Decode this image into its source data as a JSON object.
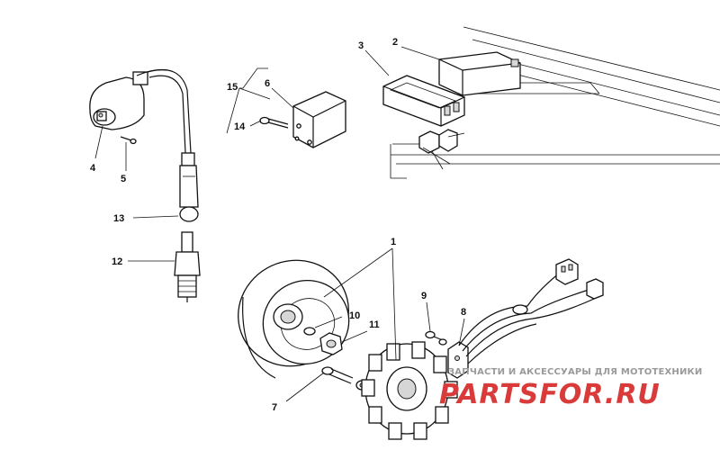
{
  "callouts": [
    {
      "id": "1",
      "label": "1"
    },
    {
      "id": "2",
      "label": "2"
    },
    {
      "id": "3",
      "label": "3"
    },
    {
      "id": "4",
      "label": "4"
    },
    {
      "id": "5",
      "label": "5"
    },
    {
      "id": "6",
      "label": "6"
    },
    {
      "id": "7",
      "label": "7"
    },
    {
      "id": "8",
      "label": "8"
    },
    {
      "id": "9",
      "label": "9"
    },
    {
      "id": "10",
      "label": "10"
    },
    {
      "id": "11",
      "label": "11"
    },
    {
      "id": "12",
      "label": "12"
    },
    {
      "id": "13",
      "label": "13"
    },
    {
      "id": "14",
      "label": "14"
    },
    {
      "id": "15",
      "label": "15"
    }
  ],
  "watermark": {
    "tagline": "ЗАПЧАСТИ И АКСЕССУАРЫ ДЛЯ МОТОТЕХНИКИ",
    "logo": "PARTSFOR.RU",
    "color": "#d93a3a"
  }
}
